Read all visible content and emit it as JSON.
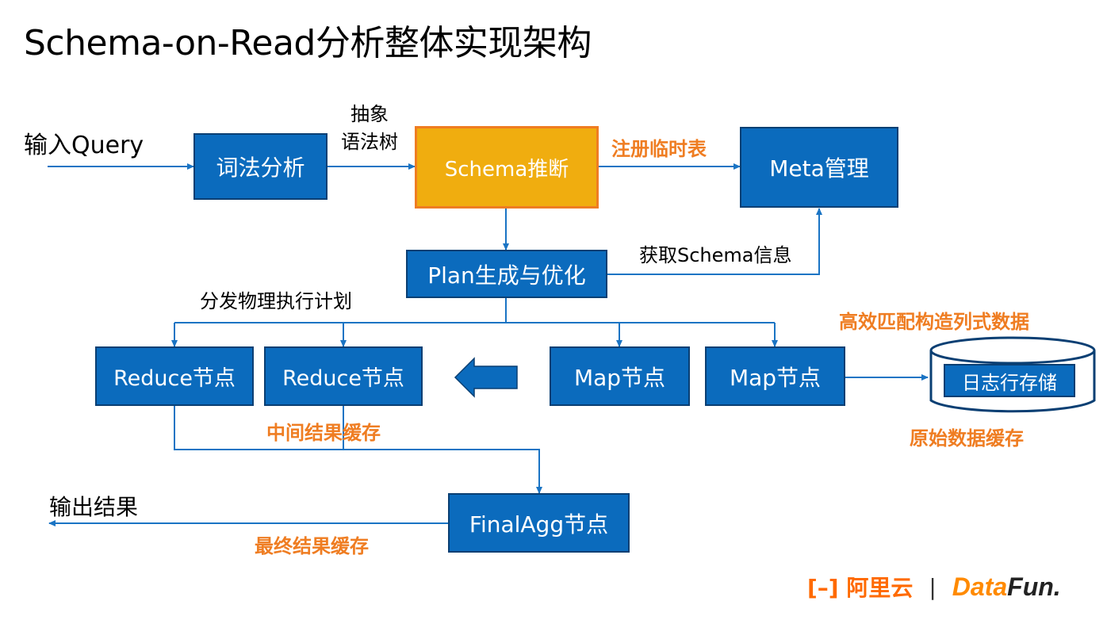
{
  "title": "Schema-on-Read分析整体实现架构",
  "nodes": {
    "lexer": "词法分析",
    "schema_infer": "Schema推断",
    "meta": "Meta管理",
    "plan": "Plan生成与优化",
    "reduce1": "Reduce节点",
    "reduce2": "Reduce节点",
    "map1": "Map节点",
    "map2": "Map节点",
    "log_storage": "日志行存储",
    "final_agg": "FinalAgg节点"
  },
  "labels": {
    "input_query": "输入Query",
    "ast_line1": "抽象",
    "ast_line2": "语法树",
    "register_temp_table": "注册临时表",
    "get_schema_info": "获取Schema信息",
    "dispatch_plan": "分发物理执行计划",
    "efficient_match": "高效匹配构造列式数据",
    "raw_data_cache": "原始数据缓存",
    "intermediate_cache": "中间结果缓存",
    "output_result": "输出结果",
    "final_cache": "最终结果缓存"
  },
  "logo": {
    "aliyun": "阿里云",
    "separator": "|",
    "datafun_a": "Data",
    "datafun_b": "Fun."
  },
  "colors": {
    "box_blue": "#0b6bbd",
    "box_orange": "#f0ad0f",
    "accent_orange": "#ef7d22",
    "line_blue": "#1a74c4"
  }
}
